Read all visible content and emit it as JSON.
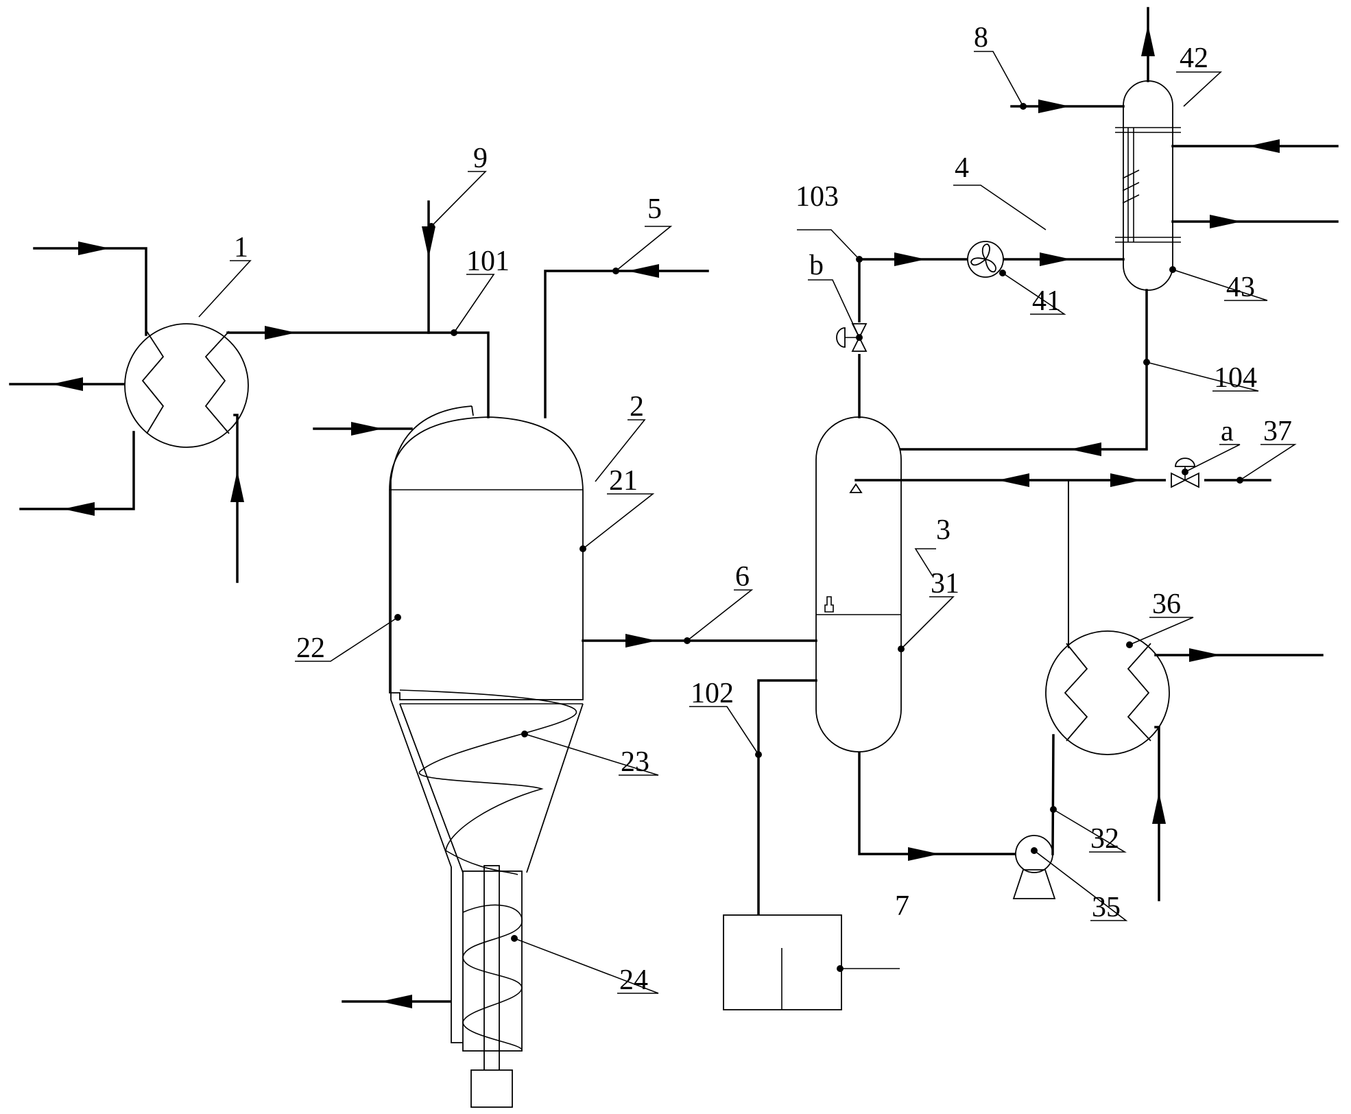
{
  "labels": {
    "l1": "1",
    "l2": "2",
    "l21": "21",
    "l22": "22",
    "l23": "23",
    "l24": "24",
    "l3": "3",
    "l31": "31",
    "l32": "32",
    "l35": "35",
    "l36": "36",
    "l37": "37",
    "l4": "4",
    "l41": "41",
    "l42": "42",
    "l43": "43",
    "l5": "5",
    "l6": "6",
    "l7": "7",
    "l8": "8",
    "l9": "9",
    "l101": "101",
    "l102": "102",
    "l103": "103",
    "l104": "104",
    "la": "a",
    "lb": "b"
  }
}
